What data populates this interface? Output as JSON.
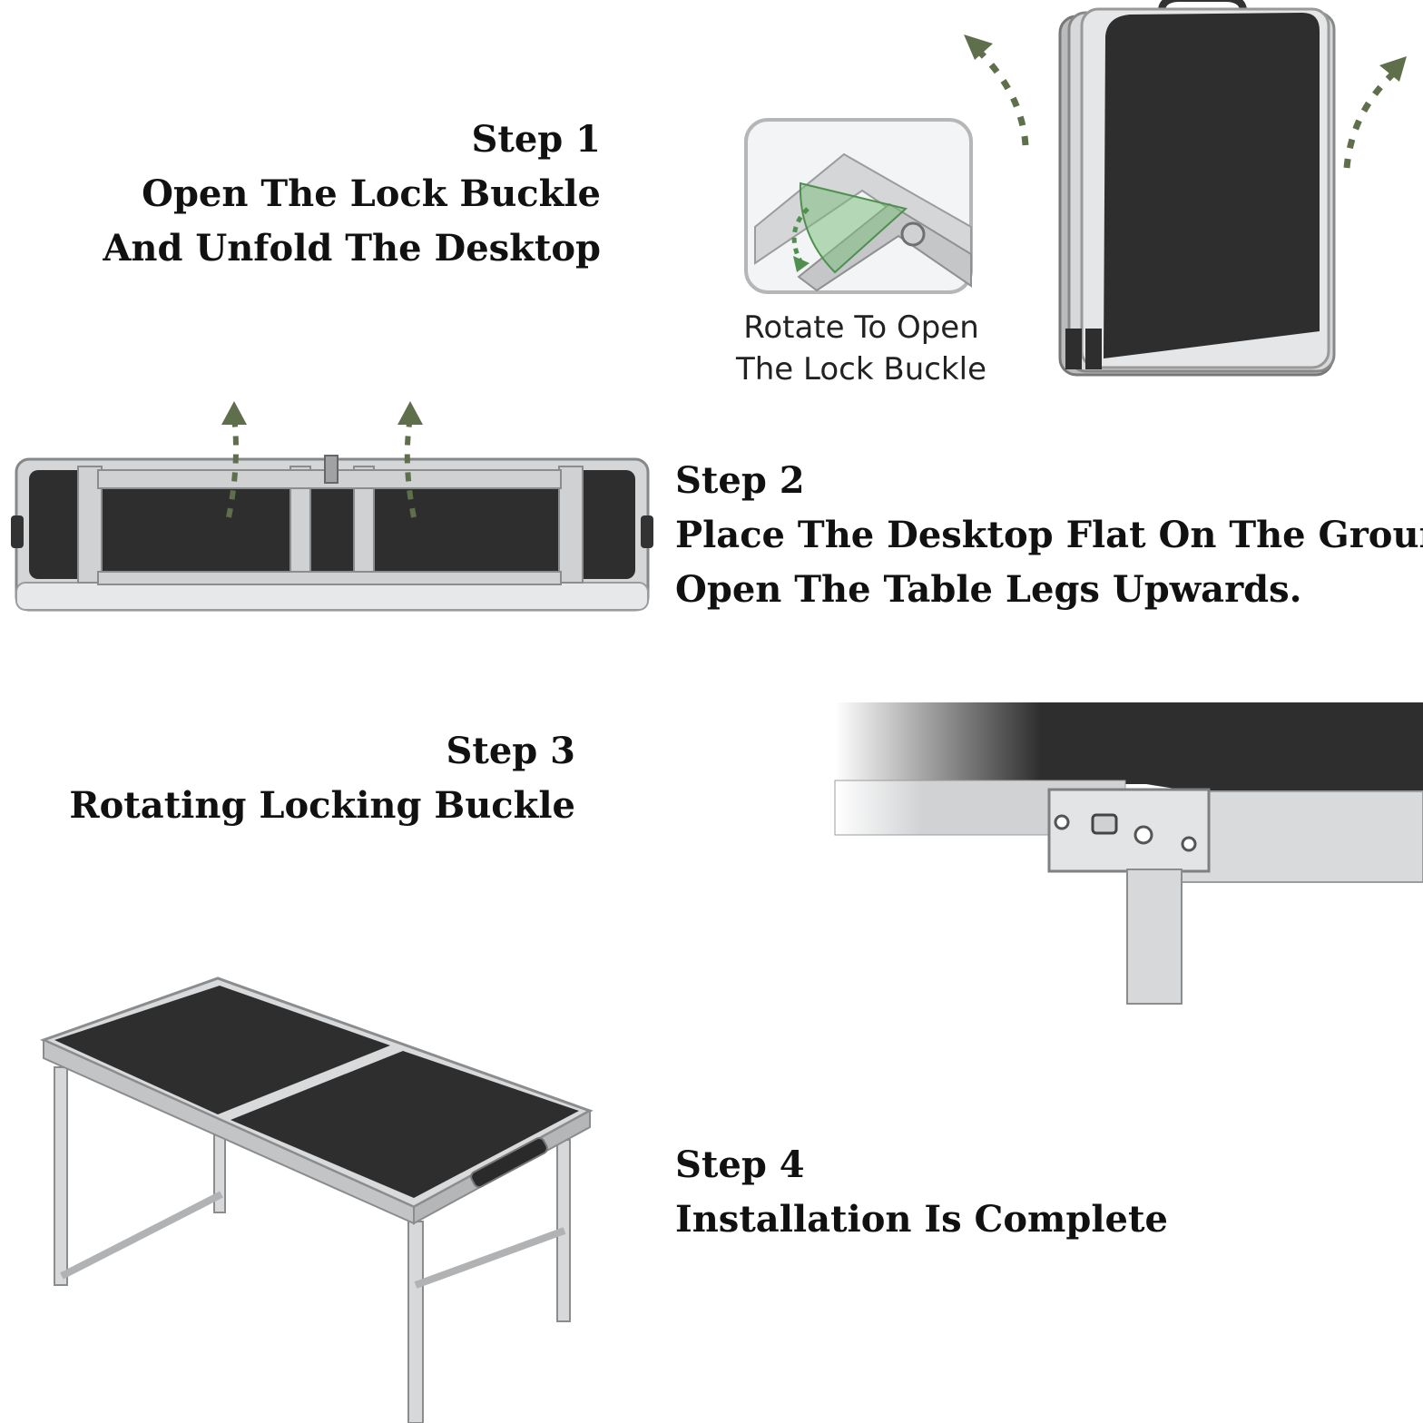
{
  "steps": [
    {
      "title": "Step 1",
      "lines": [
        "Open The Lock Buckle",
        "And Unfold The Desktop"
      ]
    },
    {
      "title": "Step 2",
      "lines": [
        "Place The Desktop Flat On The Ground.",
        "Open The Table Legs Upwards."
      ]
    },
    {
      "title": "Step 3",
      "lines": [
        "Rotating Locking Buckle"
      ]
    },
    {
      "title": "Step 4",
      "lines": [
        "Installation Is Complete"
      ]
    }
  ],
  "inset_caption": {
    "line1": "Rotate To Open",
    "line2": "The Lock Buckle"
  },
  "colors": {
    "tabletop": "#2e2e2e",
    "frame": "#c8cacc",
    "frame_dark": "#8a8c8e",
    "arrow": "#5f6f4c",
    "highlight": "#7fbf7f"
  },
  "icons": [
    "up-arrow-icon",
    "curved-arrow-icon",
    "rotate-arrow-icon"
  ]
}
